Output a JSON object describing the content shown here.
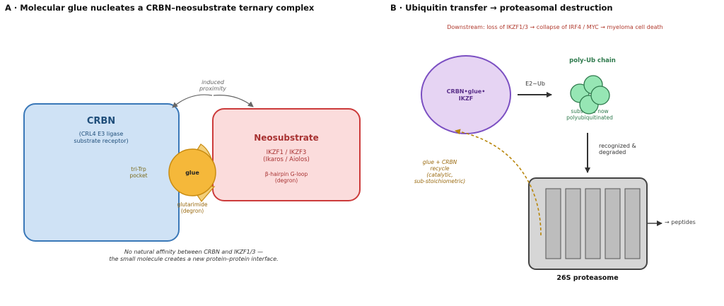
{
  "panel_a": {
    "title": "A · Molecular glue nucleates a CRBN–neosubstrate ternary complex",
    "crbn": {
      "title": "CRBN",
      "subtitle_line1": "(CRL4 E3 ligase",
      "subtitle_line2": "substrate receptor)"
    },
    "pocket_label_line1": "tri-Trp",
    "pocket_label_line2": "pocket",
    "glue_label": "glue",
    "glutarimide_line1": "glutarimide",
    "glutarimide_line2": "(degron)",
    "neosubstrate": {
      "title": "Neosubstrate",
      "line1": "IKZF1 / IKZF3",
      "line2": "(Ikaros / Aiolos)",
      "line3": "β-hairpin G-loop",
      "line4": "(degron)"
    },
    "proximity_line1": "induced",
    "proximity_line2": "proximity",
    "caption_line1": "No natural affinity between CRBN and IKZF1/3 —",
    "caption_line2": "the small molecule creates a new protein–protein interface."
  },
  "panel_b": {
    "title": "B · Ubiquitin transfer → proteasomal destruction",
    "downstream": "Downstream: loss of IKZF1/3 → collapse of IRF4 / MYC → myeloma cell death",
    "complex_line1": "CRBN•glue•",
    "complex_line2": "IKZF",
    "e2_label": "E2~Ub",
    "polyub_title": "poly-Ub chain",
    "substrate_line1": "substrate now",
    "substrate_line2": "polyubiquitinated",
    "recognized_line1": "recognized &",
    "recognized_line2": "degraded",
    "recycle_line1": "glue + CRBN",
    "recycle_line2": "recycle",
    "recycle_line3": "(catalytic,",
    "recycle_line4": "sub-stoichiometric)",
    "proteasome_label": "26S proteasome",
    "peptides_label": "→ peptides"
  },
  "colors": {
    "crbn_fill": "#cfe2f5",
    "crbn_stroke": "#3a78b8",
    "crbn_text": "#1f4e7a",
    "neo_fill": "#fbdcdc",
    "neo_stroke": "#cc3b3b",
    "neo_text": "#a83232",
    "glue_fill": "#f5b83a",
    "glue_stroke": "#c98c12",
    "degron_text": "#9a6a10",
    "complex_fill": "#e6d4f3",
    "complex_stroke": "#7b4fc2",
    "complex_text": "#5a2f8a",
    "ub_fill": "#96e6b4",
    "ub_stroke": "#2f7a4d",
    "polyub_text": "#2f7a4d",
    "downstream_text": "#b03a2e",
    "proteasome_fill": "#d6d6d6",
    "proteasome_stroke": "#444444",
    "arrow_color": "#333333",
    "recycle_color": "#b8860b"
  }
}
